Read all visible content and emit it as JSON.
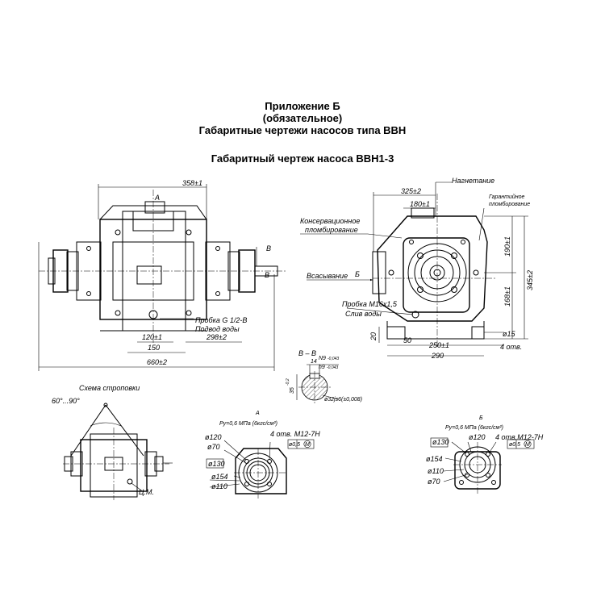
{
  "header": {
    "appendix": "Приложение Б",
    "mandatory": "(обязательное)",
    "title": "Габаритные чертежи насосов типа ВВН",
    "subtitle": "Габаритный чертеж насоса ВВН1-3"
  },
  "front_view": {
    "dim_width_top": "358±1",
    "label_a": "А",
    "label_b": "В",
    "plug": "Пробка G 1/2-В",
    "water_supply": "Подвод воды",
    "dim_120": "120±1",
    "dim_298": "298±2",
    "dim_150": "150",
    "dim_660": "660±2"
  },
  "side_view": {
    "dim_325": "325±2",
    "dim_180": "180±1",
    "discharge": "Нагнетание",
    "seal_line1": "Гарантийное",
    "seal_line2": "пломбирование",
    "preserv_line1": "Консервационное",
    "preserv_line2": "пломбирование",
    "suction": "Всасывание",
    "label_b": "Б",
    "plug": "Пробка  М16х1,5",
    "drain": "Слив воды",
    "dim_190": "190±1",
    "dim_345": "345±2",
    "dim_168": "168±1",
    "dim_20": "20",
    "dim_50": "50",
    "dim_15": "ø15",
    "dim_250": "250±1",
    "dim_290": "290",
    "holes": "4 отв."
  },
  "section_bb": {
    "title": "В – В",
    "dim_14": "14",
    "dim_n9": "N9",
    "dim_n9_sub": "-0,043",
    "dim_h9": "h9",
    "dim_h9_sub": "-0,043",
    "dim_35": "35",
    "dim_35_sup": "-0,2",
    "dim_32": "ø32js6(±0,008)"
  },
  "sling": {
    "title": "Схема строповки",
    "angle": "60°...90°",
    "cm": "Ц.М."
  },
  "view_a": {
    "title": "А",
    "pressure": "Pу=0,6 МПа (6кгс/см²)",
    "holes": "4 отв. М12-7Н",
    "d120": "ø120",
    "d70": "ø70",
    "d130": "ø130",
    "d154": "ø154",
    "d110": "ø110",
    "tol": "ø0,5",
    "tol_mod": "M"
  },
  "view_b": {
    "title": "Б",
    "pressure": "Pу=0,6 МПа (6кгс/см²)",
    "holes": "4 отв.М12-7Н",
    "d130": "ø130",
    "d120": "ø120",
    "d154": "ø154",
    "d110": "ø110",
    "d70": "ø70",
    "tol": "ø0,5",
    "tol_mod": "M"
  }
}
